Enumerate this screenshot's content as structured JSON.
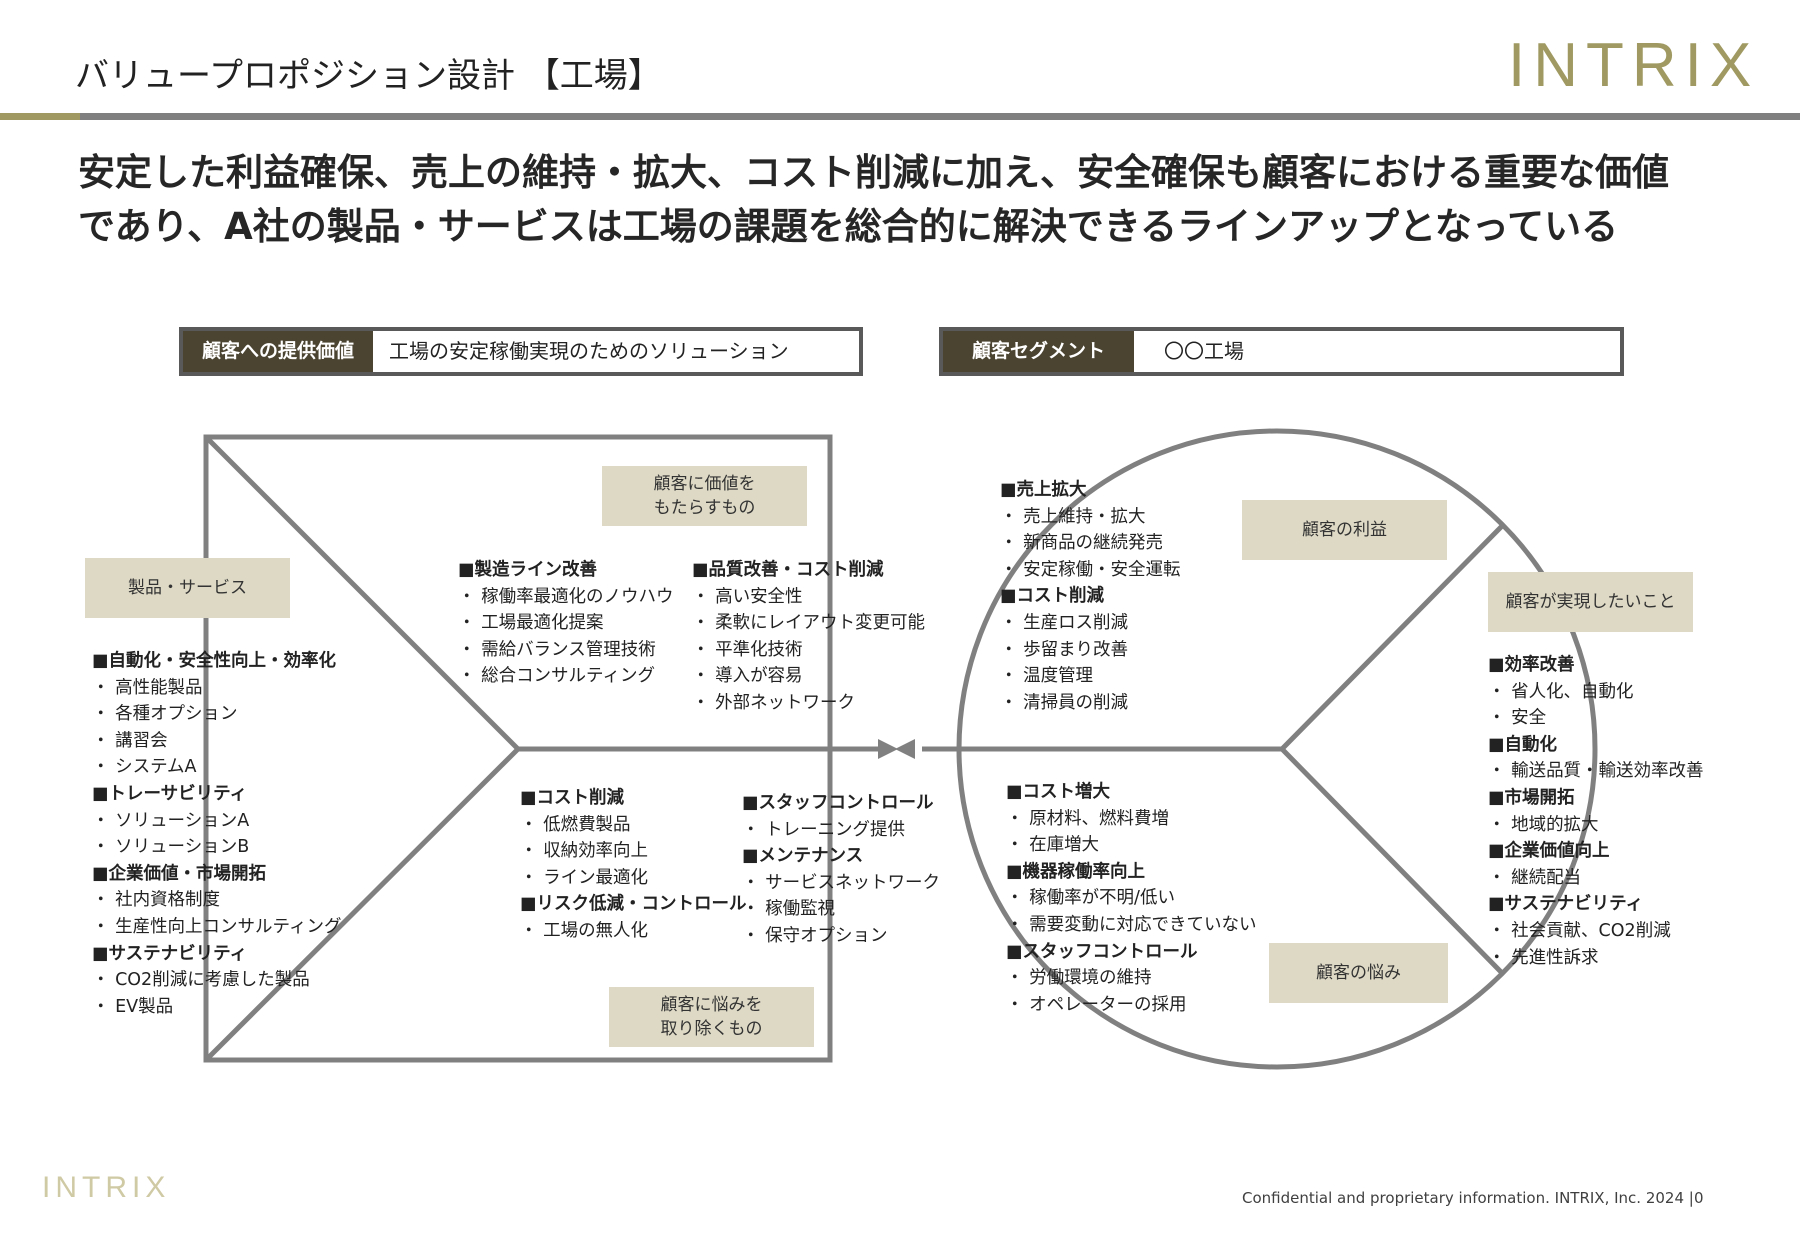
{
  "header": {
    "page_title": "バリュープロポジション設計 【工場】",
    "logo_text": "INTRIX",
    "brand_color": "#a09a62",
    "bar_color": "#7f7f7f"
  },
  "headline": {
    "line1": "安定した利益確保、売上の維持・拡大、コスト削減に加え、安全確保も顧客における重要な価値",
    "line2": "であり、A社の製品・サービスは工場の課題を総合的に解決できるラインアップとなっている"
  },
  "value_box": {
    "label": "顧客への提供価値",
    "value": "工場の安定稼働実現のためのソリューション"
  },
  "segment_box": {
    "label": "顧客セグメント",
    "value": "〇〇工場"
  },
  "tags": {
    "products_services": "製品・サービス",
    "gain_creators_1": "顧客に価値を",
    "gain_creators_2": "もたらすもの",
    "pain_relievers_1": "顧客に悩みを",
    "pain_relievers_2": "取り除くもの",
    "gains": "顧客の利益",
    "jobs": "顧客が実現したいこと",
    "pains": "顧客の悩み"
  },
  "products": [
    "■自動化・安全性向上・効率化",
    "・ 高性能製品",
    "・ 各種オプション",
    "・ 講習会",
    "・ システムA",
    "■トレーサビリティ",
    "・ ソリューションA",
    "・ ソリューションB",
    "■企業価値・市場開拓",
    "・ 社内資格制度",
    "・ 生産性向上コンサルティング",
    "■サステナビリティ",
    "・ CO2削減に考慮した製品",
    "・ EV製品"
  ],
  "gain_creators_left": [
    "■製造ライン改善",
    "・ 稼働率最適化のノウハウ",
    "・ 工場最適化提案",
    "・ 需給バランス管理技術",
    "・ 総合コンサルティング"
  ],
  "gain_creators_right": [
    "■品質改善・コスト削減",
    "・ 高い安全性",
    "・ 柔軟にレイアウト変更可能",
    "・ 平準化技術",
    "・ 導入が容易",
    "・ 外部ネットワーク"
  ],
  "pain_relievers_left": [
    "■コスト削減",
    "・ 低燃費製品",
    "・ 収納効率向上",
    "・ ライン最適化",
    "■リスク低減・コントロール",
    "・ 工場の無人化"
  ],
  "pain_relievers_right": [
    "■スタッフコントロール",
    "・ トレーニング提供",
    "■メンテナンス",
    "・ サービスネットワーク",
    "・ 稼働監視",
    "・ 保守オプション"
  ],
  "gains": [
    "■売上拡大",
    "・ 売上維持・拡大",
    "・ 新商品の継続発売",
    "・ 安定稼働・安全運転",
    "■コスト削減",
    "・ 生産ロス削減",
    "・ 歩留まり改善",
    "・ 温度管理",
    "・ 清掃員の削減"
  ],
  "pains": [
    "■コスト増大",
    "・ 原材料、燃料費増",
    "・ 在庫増大",
    "■機器稼働率向上",
    "・ 稼働率が不明/低い",
    "・ 需要変動に対応できていない",
    "■スタッフコントロール",
    "・ 労働環境の維持",
    "・ オペレーターの採用"
  ],
  "jobs": [
    "■効率改善",
    "・ 省人化、自動化",
    "・ 安全",
    "■自動化",
    "・ 輸送品質・輸送効率改善",
    "■市場開拓",
    "・ 地域的拡大",
    "■企業価値向上",
    "・ 継続配当",
    "■サステナビリティ",
    "・ 社会貢献、CO2削減",
    "・ 先進性訴求"
  ],
  "footer": {
    "confidential": "Confidential and proprietary information. INTRIX, Inc. 2024 |",
    "page_number": "0"
  }
}
